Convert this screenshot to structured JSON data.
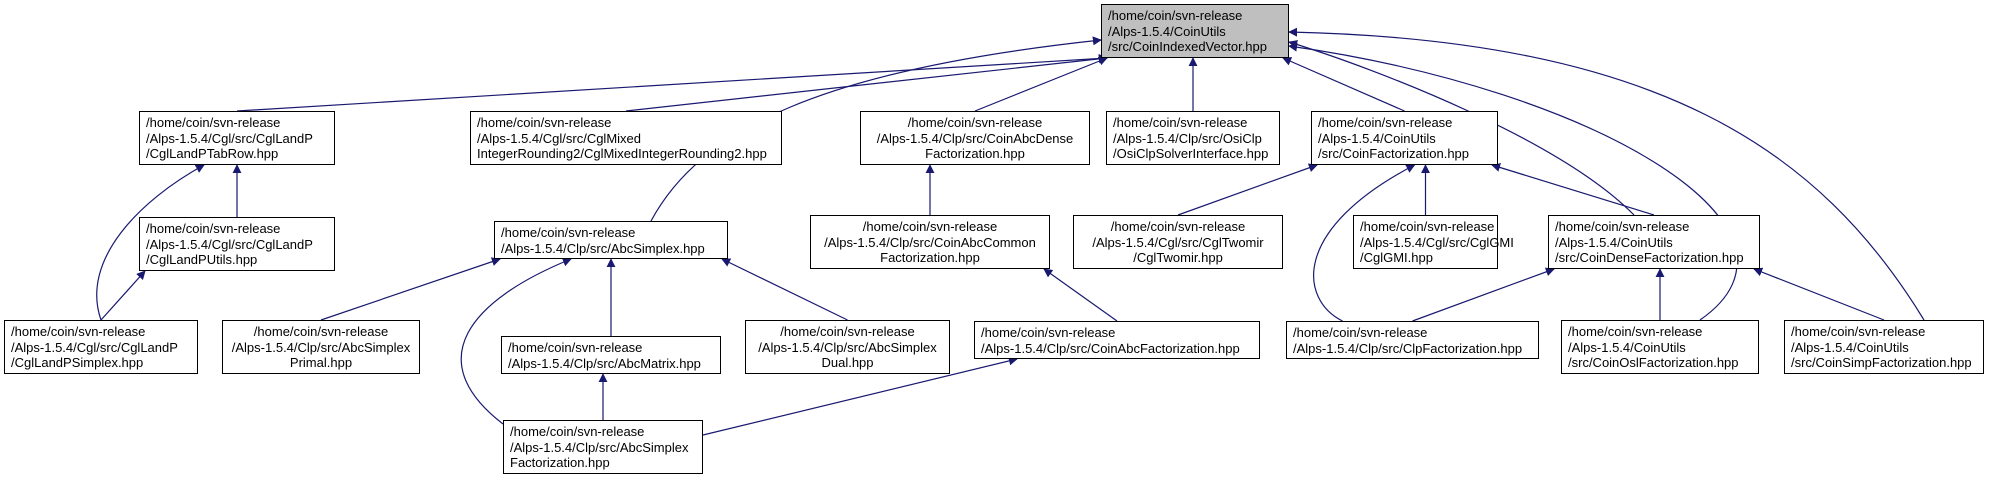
{
  "graph": {
    "edge_color": "#191970",
    "root_fill": "#bfbfbf",
    "nodes": [
      {
        "id": "root",
        "lines": [
          "/home/coin/svn-release",
          "/Alps-1.5.4/CoinUtils",
          "/src/CoinIndexedVector.hpp"
        ],
        "root": true
      },
      {
        "id": "n1",
        "lines": [
          "/home/coin/svn-release",
          "/Alps-1.5.4/Cgl/src/CglLandP",
          "/CglLandPTabRow.hpp"
        ]
      },
      {
        "id": "n2",
        "lines": [
          "/home/coin/svn-release",
          "/Alps-1.5.4/Cgl/src/CglMixed",
          "IntegerRounding2/CglMixedIntegerRounding2.hpp"
        ]
      },
      {
        "id": "n3",
        "lines": [
          "/home/coin/svn-release",
          "/Alps-1.5.4/Clp/src/CoinAbcDense",
          "Factorization.hpp"
        ]
      },
      {
        "id": "n4",
        "lines": [
          "/home/coin/svn-release",
          "/Alps-1.5.4/Clp/src/OsiClp",
          "/OsiClpSolverInterface.hpp"
        ]
      },
      {
        "id": "n5",
        "lines": [
          "/home/coin/svn-release",
          "/Alps-1.5.4/CoinUtils",
          "/src/CoinFactorization.hpp"
        ]
      },
      {
        "id": "n6",
        "lines": [
          "/home/coin/svn-release",
          "/Alps-1.5.4/Cgl/src/CglLandP",
          "/CglLandPUtils.hpp"
        ]
      },
      {
        "id": "n7",
        "lines": [
          "/home/coin/svn-release",
          "/Alps-1.5.4/Clp/src/AbcSimplex.hpp"
        ]
      },
      {
        "id": "n8",
        "lines": [
          "/home/coin/svn-release",
          "/Alps-1.5.4/Clp/src/CoinAbcCommon",
          "Factorization.hpp"
        ]
      },
      {
        "id": "n9",
        "lines": [
          "/home/coin/svn-release",
          "/Alps-1.5.4/Cgl/src/CglTwomir",
          "/CglTwomir.hpp"
        ]
      },
      {
        "id": "n10",
        "lines": [
          "/home/coin/svn-release",
          "/Alps-1.5.4/Cgl/src/CglGMI",
          "/CglGMI.hpp"
        ]
      },
      {
        "id": "n11",
        "lines": [
          "/home/coin/svn-release",
          "/Alps-1.5.4/CoinUtils",
          "/src/CoinDenseFactorization.hpp"
        ]
      },
      {
        "id": "n12",
        "lines": [
          "/home/coin/svn-release",
          "/Alps-1.5.4/Cgl/src/CglLandP",
          "/CglLandPSimplex.hpp"
        ]
      },
      {
        "id": "n13",
        "lines": [
          "/home/coin/svn-release",
          "/Alps-1.5.4/Clp/src/AbcSimplex",
          "Primal.hpp"
        ]
      },
      {
        "id": "n14",
        "lines": [
          "/home/coin/svn-release",
          "/Alps-1.5.4/Clp/src/AbcMatrix.hpp"
        ]
      },
      {
        "id": "n15",
        "lines": [
          "/home/coin/svn-release",
          "/Alps-1.5.4/Clp/src/AbcSimplex",
          "Dual.hpp"
        ]
      },
      {
        "id": "n16",
        "lines": [
          "/home/coin/svn-release",
          "/Alps-1.5.4/Clp/src/CoinAbcFactorization.hpp"
        ]
      },
      {
        "id": "n17",
        "lines": [
          "/home/coin/svn-release",
          "/Alps-1.5.4/Clp/src/ClpFactorization.hpp"
        ]
      },
      {
        "id": "n18",
        "lines": [
          "/home/coin/svn-release",
          "/Alps-1.5.4/CoinUtils",
          "/src/CoinOslFactorization.hpp"
        ]
      },
      {
        "id": "n19",
        "lines": [
          "/home/coin/svn-release",
          "/Alps-1.5.4/CoinUtils",
          "/src/CoinSimpFactorization.hpp"
        ]
      },
      {
        "id": "n20",
        "lines": [
          "/home/coin/svn-release",
          "/Alps-1.5.4/Clp/src/AbcSimplex",
          "Factorization.hpp"
        ]
      }
    ],
    "edges": [
      {
        "from": "n1",
        "to": "root"
      },
      {
        "from": "n2",
        "to": "root"
      },
      {
        "from": "n3",
        "to": "root"
      },
      {
        "from": "n4",
        "to": "root"
      },
      {
        "from": "n5",
        "to": "root"
      },
      {
        "from": "n7",
        "to": "root"
      },
      {
        "from": "n11",
        "to": "root"
      },
      {
        "from": "n18",
        "to": "root"
      },
      {
        "from": "n19",
        "to": "root"
      },
      {
        "from": "n6",
        "to": "n1"
      },
      {
        "from": "n12",
        "to": "n1"
      },
      {
        "from": "n12",
        "to": "n6"
      },
      {
        "from": "n8",
        "to": "n3"
      },
      {
        "from": "n16",
        "to": "n8"
      },
      {
        "from": "n9",
        "to": "n5"
      },
      {
        "from": "n10",
        "to": "n5"
      },
      {
        "from": "n11",
        "to": "n5"
      },
      {
        "from": "n17",
        "to": "n5"
      },
      {
        "from": "n13",
        "to": "n7"
      },
      {
        "from": "n14",
        "to": "n7"
      },
      {
        "from": "n15",
        "to": "n7"
      },
      {
        "from": "n20",
        "to": "n7"
      },
      {
        "from": "n20",
        "to": "n14"
      },
      {
        "from": "n20",
        "to": "n16"
      },
      {
        "from": "n17",
        "to": "n11"
      },
      {
        "from": "n18",
        "to": "n11"
      },
      {
        "from": "n19",
        "to": "n11"
      }
    ]
  }
}
